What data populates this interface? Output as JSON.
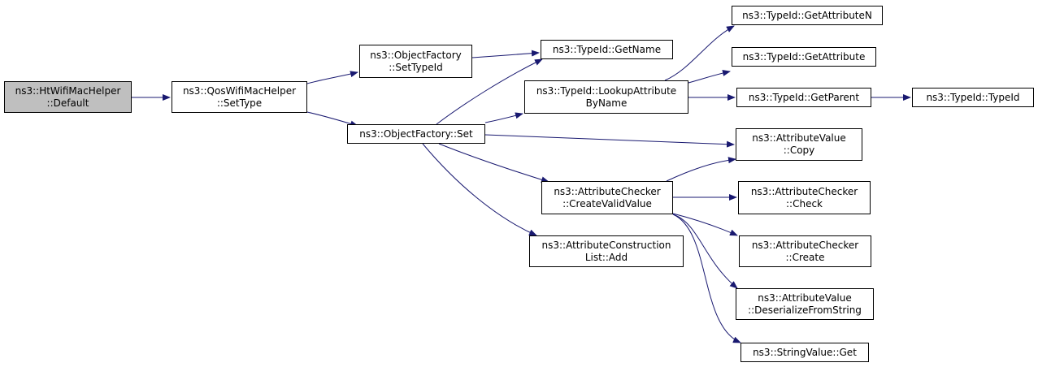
{
  "colors": {
    "edge": "#191970",
    "root_fill": "#bfbfbf",
    "node_fill": "#ffffff",
    "border": "#000000"
  },
  "nodes": [
    {
      "id": "n0",
      "name": "node-htwifimachelper-default",
      "lines": [
        "ns3::HtWifiMacHelper",
        "::Default"
      ],
      "root": true
    },
    {
      "id": "n1",
      "name": "node-qoswifimachelper-settype",
      "lines": [
        "ns3::QosWifiMacHelper",
        "::SetType"
      ]
    },
    {
      "id": "n2",
      "name": "node-objectfactory-settypeid",
      "lines": [
        "ns3::ObjectFactory",
        "::SetTypeId"
      ]
    },
    {
      "id": "n3",
      "name": "node-objectfactory-set",
      "lines": [
        "ns3::ObjectFactory::Set"
      ]
    },
    {
      "id": "n4",
      "name": "node-typeid-getname",
      "lines": [
        "ns3::TypeId::GetName"
      ]
    },
    {
      "id": "n5",
      "name": "node-typeid-lookupattributebyname",
      "lines": [
        "ns3::TypeId::LookupAttribute",
        "ByName"
      ]
    },
    {
      "id": "n6",
      "name": "node-attributechecker-createvalidvalue",
      "lines": [
        "ns3::AttributeChecker",
        "::CreateValidValue"
      ]
    },
    {
      "id": "n7",
      "name": "node-attributeconstructionlist-add",
      "lines": [
        "ns3::AttributeConstruction",
        "List::Add"
      ]
    },
    {
      "id": "n8",
      "name": "node-typeid-getattributen",
      "lines": [
        "ns3::TypeId::GetAttributeN"
      ]
    },
    {
      "id": "n9",
      "name": "node-typeid-getattribute",
      "lines": [
        "ns3::TypeId::GetAttribute"
      ]
    },
    {
      "id": "n10",
      "name": "node-typeid-getparent",
      "lines": [
        "ns3::TypeId::GetParent"
      ]
    },
    {
      "id": "n11",
      "name": "node-attributevalue-copy",
      "lines": [
        "ns3::AttributeValue",
        "::Copy"
      ]
    },
    {
      "id": "n12",
      "name": "node-attributechecker-check",
      "lines": [
        "ns3::AttributeChecker",
        "::Check"
      ]
    },
    {
      "id": "n13",
      "name": "node-attributechecker-create",
      "lines": [
        "ns3::AttributeChecker",
        "::Create"
      ]
    },
    {
      "id": "n14",
      "name": "node-attributevalue-deserializefromstring",
      "lines": [
        "ns3::AttributeValue",
        "::DeserializeFromString"
      ]
    },
    {
      "id": "n15",
      "name": "node-stringvalue-get",
      "lines": [
        "ns3::StringValue::Get"
      ]
    },
    {
      "id": "n16",
      "name": "node-typeid-typeid",
      "lines": [
        "ns3::TypeId::TypeId"
      ]
    }
  ],
  "edges": [
    [
      "n0",
      "n1"
    ],
    [
      "n1",
      "n2"
    ],
    [
      "n1",
      "n3"
    ],
    [
      "n2",
      "n4"
    ],
    [
      "n3",
      "n4"
    ],
    [
      "n3",
      "n5"
    ],
    [
      "n3",
      "n11"
    ],
    [
      "n3",
      "n6"
    ],
    [
      "n3",
      "n7"
    ],
    [
      "n5",
      "n8"
    ],
    [
      "n5",
      "n9"
    ],
    [
      "n5",
      "n10"
    ],
    [
      "n10",
      "n16"
    ],
    [
      "n6",
      "n11"
    ],
    [
      "n6",
      "n12"
    ],
    [
      "n6",
      "n13"
    ],
    [
      "n6",
      "n14"
    ],
    [
      "n6",
      "n15"
    ]
  ]
}
